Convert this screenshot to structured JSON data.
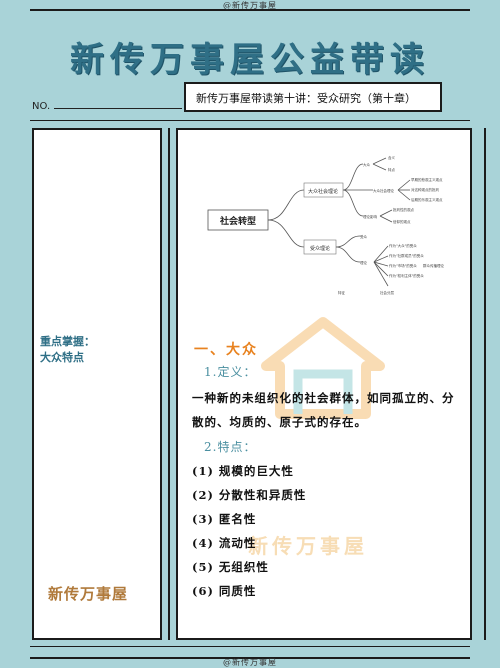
{
  "watermark": {
    "top": "@新传万事屋",
    "bottom": "@新传万事屋"
  },
  "title": "新传万事屋公益带读",
  "no_label": "NO.",
  "header": "新传万事屋带读第十讲：受众研究（第十章）",
  "left": {
    "keypoint_line1": "重点掌握：",
    "keypoint_line2": "大众特点",
    "brand": "新传万事屋"
  },
  "mindmap": {
    "root": "社会转型",
    "branch1": "大众社会理论",
    "branch2": "受众理论",
    "leaf1": "大众",
    "leaf2": "特征",
    "leaf3": "大众社会理论",
    "leaf4": "理论影响",
    "leaf5": "受众",
    "leaf6": "理论",
    "small1": "含义",
    "small2": "特点",
    "small3": "早期的悲观主义观点",
    "small4": "对这种观点的批判",
    "small5": "后期的乐观主义观点",
    "small6": "批判性的观点",
    "small7": "信仰的观点",
    "small8": "社会分层",
    "small9": "作为\"大众\"的受众",
    "small10": "作为\"社群成员\"的受众",
    "small11": "作为\"市场\"的受众",
    "small12": "群众传播理论",
    "small13": "作为\"权利主体\"的受众"
  },
  "content": {
    "section_title": "一、大众",
    "def_title": "1.定义：",
    "def_text": "一种新的未组织化的社会群体，如同孤立的、分散的、均质的、原子式的存在。",
    "feat_title": "2.特点：",
    "features": [
      "(1) 规模的巨大性",
      "(2) 分散性和异质性",
      "(3) 匿名性",
      "(4) 流动性",
      "(5) 无组织性",
      "(6) 同质性"
    ],
    "watermark_text": "新传万事屋"
  },
  "colors": {
    "background": "#a9d3d8",
    "title": "#2f6f86",
    "section": "#e8821f",
    "subheading": "#4a8fa0",
    "brand": "#b07a3b"
  }
}
